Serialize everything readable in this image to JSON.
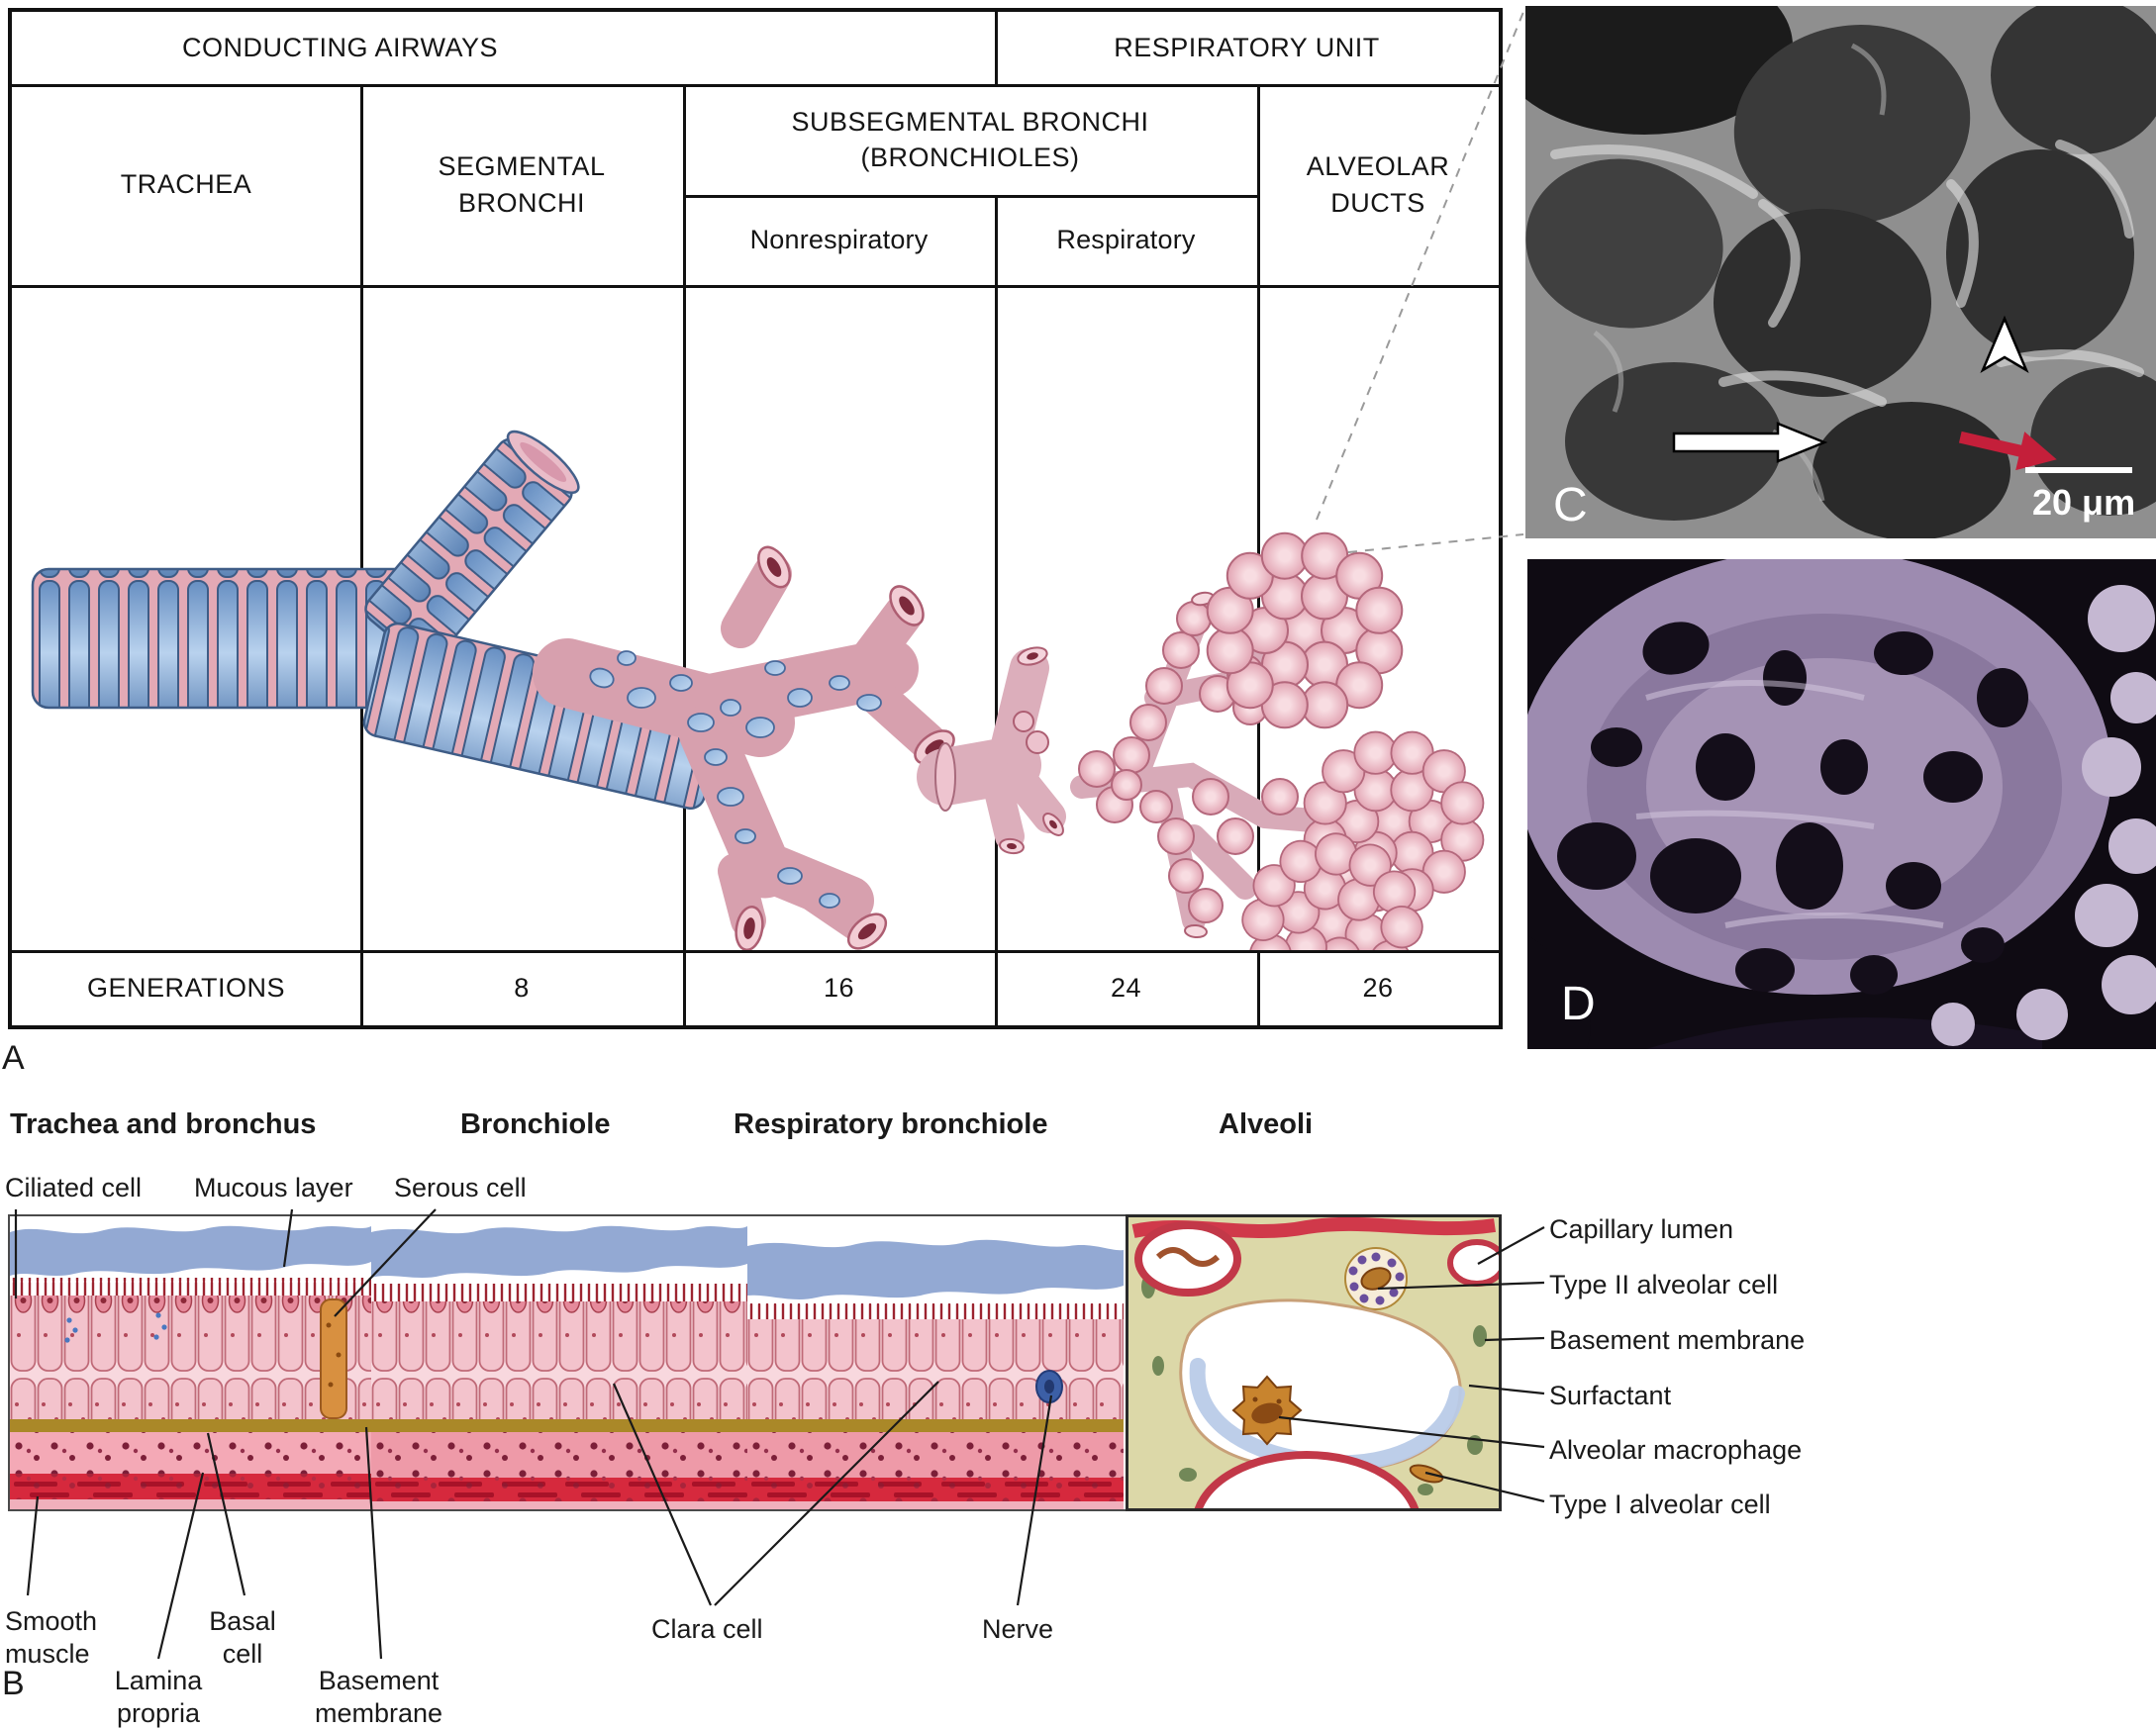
{
  "table": {
    "conducting_airways": "CONDUCTING AIRWAYS",
    "respiratory_unit": "RESPIRATORY UNIT",
    "trachea": "TRACHEA",
    "segmental_bronchi": "SEGMENTAL BRONCHI",
    "subsegmental_bronchi": "SUBSEGMENTAL BRONCHI (BRONCHIOLES)",
    "nonrespiratory": "Nonrespiratory",
    "respiratory": "Respiratory",
    "alveolar_ducts": "ALVEOLAR DUCTS",
    "generations_label": "GENERATIONS",
    "generations": [
      "8",
      "16",
      "24",
      "26"
    ]
  },
  "panel_labels": {
    "a": "A",
    "b": "B",
    "c": "C",
    "d": "D"
  },
  "panel_c": {
    "scale_bar": "20 μm"
  },
  "panel_b": {
    "headers": [
      "Trachea and bronchus",
      "Bronchiole",
      "Respiratory bronchiole",
      "Alveoli"
    ],
    "top_labels": [
      "Ciliated cell",
      "Mucous layer",
      "Serous cell"
    ],
    "bottom_labels": [
      "Smooth muscle",
      "Lamina propria",
      "Basal cell",
      "Basement membrane",
      "Clara cell",
      "Nerve"
    ],
    "right_labels": [
      "Capillary lumen",
      "Type II alveolar cell",
      "Basement membrane",
      "Surfactant",
      "Alveolar macrophage",
      "Type I alveolar cell"
    ]
  },
  "colors": {
    "cartilage_blue": "#86a9d6",
    "mucosa_pink": "#e3a9b5",
    "sem_purple": "#a08fb2",
    "arrow_red": "#c41f3a",
    "mucous_blue": "#93a9d3",
    "muscle_red": "#d6293d",
    "basement_olive": "#aa8828"
  }
}
